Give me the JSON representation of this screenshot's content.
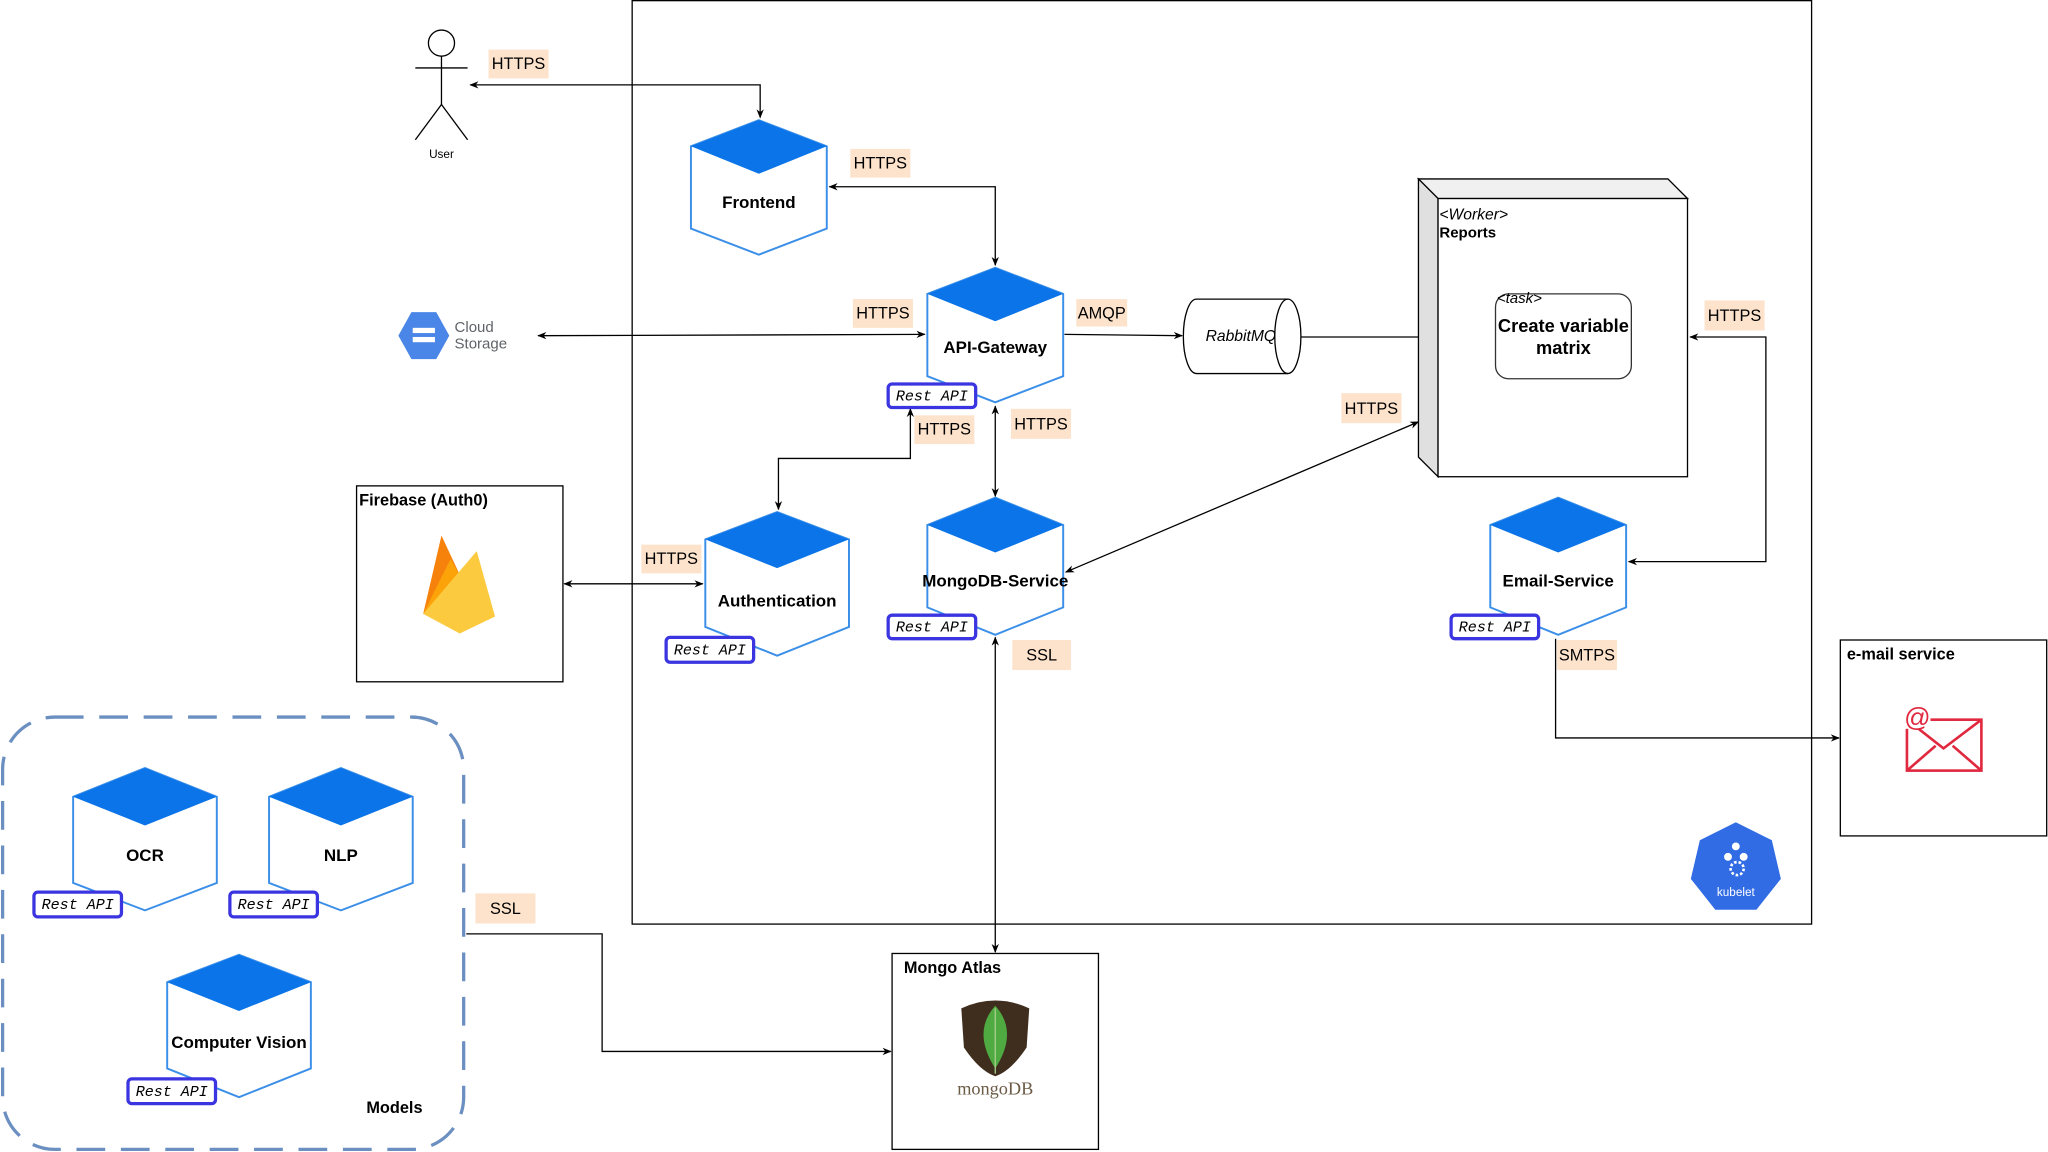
{
  "colors": {
    "service_blue": "#0a74e8",
    "label_bg": "#fde3cc",
    "rest_border": "#3a35e0",
    "models_dash": "#6a8fc0",
    "email_red": "#e0283e"
  },
  "user": {
    "label": "User"
  },
  "protocols": {
    "user_frontend": "HTTPS",
    "frontend_gateway": "HTTPS",
    "storage_gateway": "HTTPS",
    "gateway_rabbit": "AMQP",
    "gateway_auth": "HTTPS",
    "gateway_mongo": "HTTPS",
    "mongo_worker": "HTTPS",
    "worker_email": "HTTPS",
    "firebase_auth": "HTTPS",
    "mongo_atlas": "SSL",
    "email_smtp": "SMTPS",
    "models_atlas": "SSL"
  },
  "services": {
    "frontend": "Frontend",
    "gateway": "API-Gateway",
    "auth": "Authentication",
    "mongo": "MongoDB-Service",
    "email": "Email-Service",
    "ocr": "OCR",
    "nlp": "NLP",
    "cv": "Computer Vision"
  },
  "rest_badge": "Rest API",
  "cloud_storage": {
    "line1": "Cloud",
    "line2": "Storage"
  },
  "rabbitmq": "RabbitMQ",
  "worker": {
    "stereotype": "<Worker>",
    "name": "Reports",
    "task_stereotype": "<task>",
    "task_line1": "Create variable",
    "task_line2": "matrix"
  },
  "firebase": {
    "title": "Firebase (Auth0)"
  },
  "email_service": {
    "title": "e-mail service"
  },
  "mongo_atlas": {
    "title": "Mongo Atlas",
    "logo_text": "mongoDB"
  },
  "models": {
    "title": "Models"
  },
  "kubelet": {
    "label": "kubelet"
  }
}
